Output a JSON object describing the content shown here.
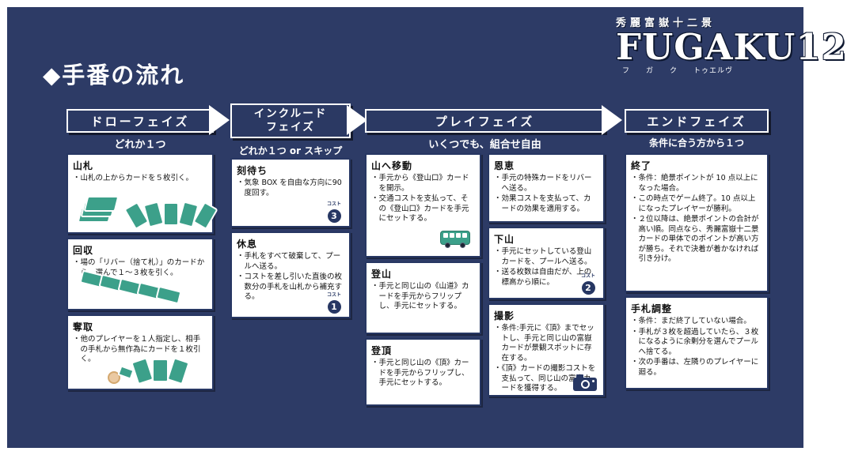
{
  "page": {
    "title": "◆手番の流れ"
  },
  "logo": {
    "kanji": "秀麗富嶽十二景",
    "name": "FUGAKU12",
    "ruby": "フ　　ガ　　ク　　トゥエルヴ"
  },
  "cost_label": "コスト",
  "phases": [
    {
      "header": "ドローフェイズ",
      "subtitle": "どれか１つ",
      "cards": [
        {
          "title": "山札",
          "lines": [
            "・山札の上からカードを５枚引く。"
          ]
        },
        {
          "title": "回収",
          "lines": [
            "・場の「リバー（捨て札）」のカードから、選んで１～３枚を引く。"
          ]
        },
        {
          "title": "奪取",
          "lines": [
            "・他のプレイヤーを１人指定し、相手の手札から無作為にカードを１枚引く。"
          ]
        }
      ]
    },
    {
      "header": "インクルード\nフェイズ",
      "subtitle": "どれか１つ or スキップ",
      "cards": [
        {
          "title": "刻待ち",
          "lines": [
            "・気象 BOX を自由な方向に90度回す。"
          ],
          "cost": "3"
        },
        {
          "title": "休息",
          "lines": [
            "・手札をすべて破棄して、プールへ送る。",
            "・コストを差し引いた直後の枚数分の手札を山札から補充する。"
          ],
          "cost": "1"
        }
      ]
    },
    {
      "header": "プレイフェイズ",
      "subtitle": "いくつでも、組合せ自由",
      "cards": [
        {
          "title": "山へ移動",
          "lines": [
            "・手元から《登山口》カードを開示。",
            "・交通コストを支払って、その《登山口》カードを手元にセットする。"
          ]
        },
        {
          "title": "登山",
          "lines": [
            "・手元と同じ山の《山道》カードを手元からフリップし、手元にセットする。"
          ]
        },
        {
          "title": "登頂",
          "lines": [
            "・手元と同じ山の《頂》カードを手元からフリップし、手元にセットする。"
          ]
        },
        {
          "title": "恩恵",
          "lines": [
            "・手元の特殊カードをリバーへ送る。",
            "・効果コストを支払って、カードの効果を適用する。"
          ]
        },
        {
          "title": "下山",
          "lines": [
            "・手元にセットしている登山カードを、プールへ送る。",
            "・送る枚数は自由だが、上の標高から順に。"
          ],
          "cost": "2"
        },
        {
          "title": "撮影",
          "lines": [
            "・条件:手元に《頂》までセットし、手元と同じ山の富嶽カードが景観スポットに存在する。",
            "・《頂》カードの撮影コストを支払って、同じ山の富嶽カードを獲得する。"
          ]
        }
      ]
    },
    {
      "header": "エンドフェイズ",
      "subtitle": "条件に合う方から１つ",
      "cards": [
        {
          "title": "終了",
          "lines": [
            "・条件：絶景ポイントが 10 点以上になった場合。",
            "・この時点でゲーム終了。10 点以上になったプレイヤーが勝利。",
            "・２位以降は、絶景ポイントの合計が高い順。同点なら、秀麗富嶽十二景カードの単体でのポイントが高い方が勝ち。それで決着が着かなければ引き分け。"
          ]
        },
        {
          "title": "手札調整",
          "lines": [
            "・条件：まだ終了していない場合。",
            "・手札が３枚を超過していたら、３枚になるように余剰分を選んでプールへ捨てる。",
            "・次の手番は、左隣りのプレイヤーに廻る。"
          ]
        }
      ]
    }
  ]
}
